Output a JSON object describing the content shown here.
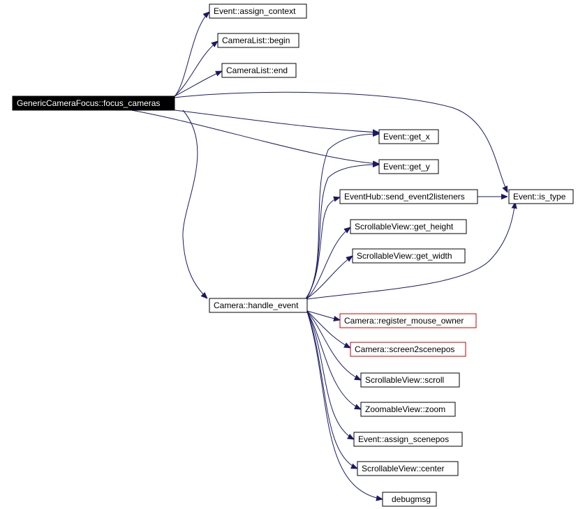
{
  "graph": {
    "colors": {
      "edge": "#1a1a66",
      "node_border": "#000000",
      "node_border_undocumented": "#c00000",
      "root_fill": "#000000",
      "root_text": "#ffffff"
    },
    "nodes": [
      {
        "id": "focus_cameras",
        "label": "GenericCameraFocus::focus_cameras",
        "root": true
      },
      {
        "id": "assign_context",
        "label": "Event::assign_context"
      },
      {
        "id": "cl_begin",
        "label": "CameraList::begin"
      },
      {
        "id": "cl_end",
        "label": "CameraList::end"
      },
      {
        "id": "get_x",
        "label": "Event::get_x"
      },
      {
        "id": "get_y",
        "label": "Event::get_y"
      },
      {
        "id": "send_event2listeners",
        "label": "EventHub::send_event2listeners"
      },
      {
        "id": "is_type",
        "label": "Event::is_type"
      },
      {
        "id": "sv_get_height",
        "label": "ScrollableView::get_height"
      },
      {
        "id": "sv_get_width",
        "label": "ScrollableView::get_width"
      },
      {
        "id": "handle_event",
        "label": "Camera::handle_event"
      },
      {
        "id": "register_mouse_owner",
        "label": "Camera::register_mouse_owner",
        "undocumented": true
      },
      {
        "id": "screen2scenepos",
        "label": "Camera::screen2scenepos",
        "undocumented": true
      },
      {
        "id": "sv_scroll",
        "label": "ScrollableView::scroll"
      },
      {
        "id": "zv_zoom",
        "label": "ZoomableView::zoom"
      },
      {
        "id": "assign_scenepos",
        "label": "Event::assign_scenepos"
      },
      {
        "id": "sv_center",
        "label": "ScrollableView::center"
      },
      {
        "id": "debugmsg",
        "label": "debugmsg"
      }
    ],
    "edges": [
      [
        "focus_cameras",
        "assign_context"
      ],
      [
        "focus_cameras",
        "cl_begin"
      ],
      [
        "focus_cameras",
        "cl_end"
      ],
      [
        "focus_cameras",
        "is_type"
      ],
      [
        "focus_cameras",
        "get_x"
      ],
      [
        "focus_cameras",
        "get_y"
      ],
      [
        "focus_cameras",
        "handle_event"
      ],
      [
        "handle_event",
        "get_x"
      ],
      [
        "handle_event",
        "get_y"
      ],
      [
        "handle_event",
        "send_event2listeners"
      ],
      [
        "handle_event",
        "sv_get_height"
      ],
      [
        "handle_event",
        "sv_get_width"
      ],
      [
        "handle_event",
        "is_type"
      ],
      [
        "handle_event",
        "register_mouse_owner"
      ],
      [
        "handle_event",
        "screen2scenepos"
      ],
      [
        "handle_event",
        "sv_scroll"
      ],
      [
        "handle_event",
        "zv_zoom"
      ],
      [
        "handle_event",
        "assign_scenepos"
      ],
      [
        "handle_event",
        "sv_center"
      ],
      [
        "handle_event",
        "debugmsg"
      ],
      [
        "send_event2listeners",
        "is_type"
      ]
    ]
  }
}
